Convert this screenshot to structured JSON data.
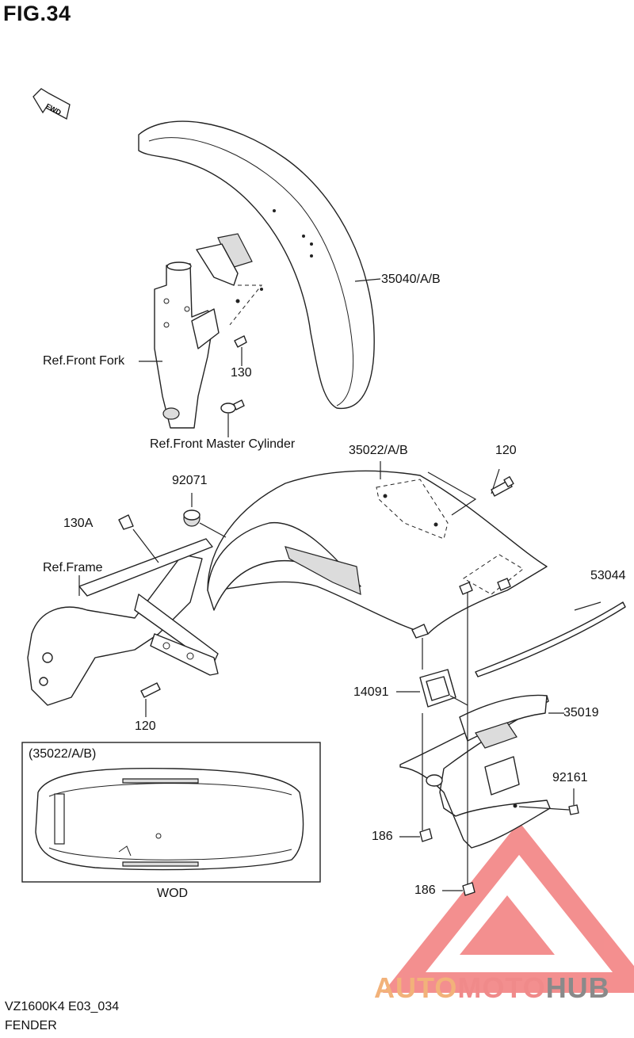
{
  "figure": {
    "title": "FIG.34",
    "fwd_label": "FWD"
  },
  "callouts": [
    {
      "id": "front-fender",
      "text": "35040/A/B"
    },
    {
      "id": "front-fork",
      "text": "Ref.Front Fork"
    },
    {
      "id": "bolt-130",
      "text": "130"
    },
    {
      "id": "front-master-cylinder",
      "text": "Ref.Front Master Cylinder"
    },
    {
      "id": "rear-fender",
      "text": "35022/A/B"
    },
    {
      "id": "bolt-120-top",
      "text": "120"
    },
    {
      "id": "cushion-92071",
      "text": "92071"
    },
    {
      "id": "bolt-130a",
      "text": "130A"
    },
    {
      "id": "frame",
      "text": "Ref.Frame"
    },
    {
      "id": "trim-53044",
      "text": "53044"
    },
    {
      "id": "grommet-14091",
      "text": "14091"
    },
    {
      "id": "rear-fender-lower",
      "text": "35019"
    },
    {
      "id": "bolt-120-bottom",
      "text": "120"
    },
    {
      "id": "nut-92161",
      "text": "92161"
    },
    {
      "id": "bolt-186-left",
      "text": "186"
    },
    {
      "id": "bolt-186-bottom",
      "text": "186"
    }
  ],
  "inset": {
    "title": "(35022/A/B)",
    "caption": "WOD"
  },
  "watermark": {
    "part1": "AUTO",
    "part2": "MOTO",
    "part3": "HUB",
    "logo_color": "#f06a6a"
  },
  "footer": {
    "model_code": "VZ1600K4 E03_034",
    "section": "FENDER"
  }
}
